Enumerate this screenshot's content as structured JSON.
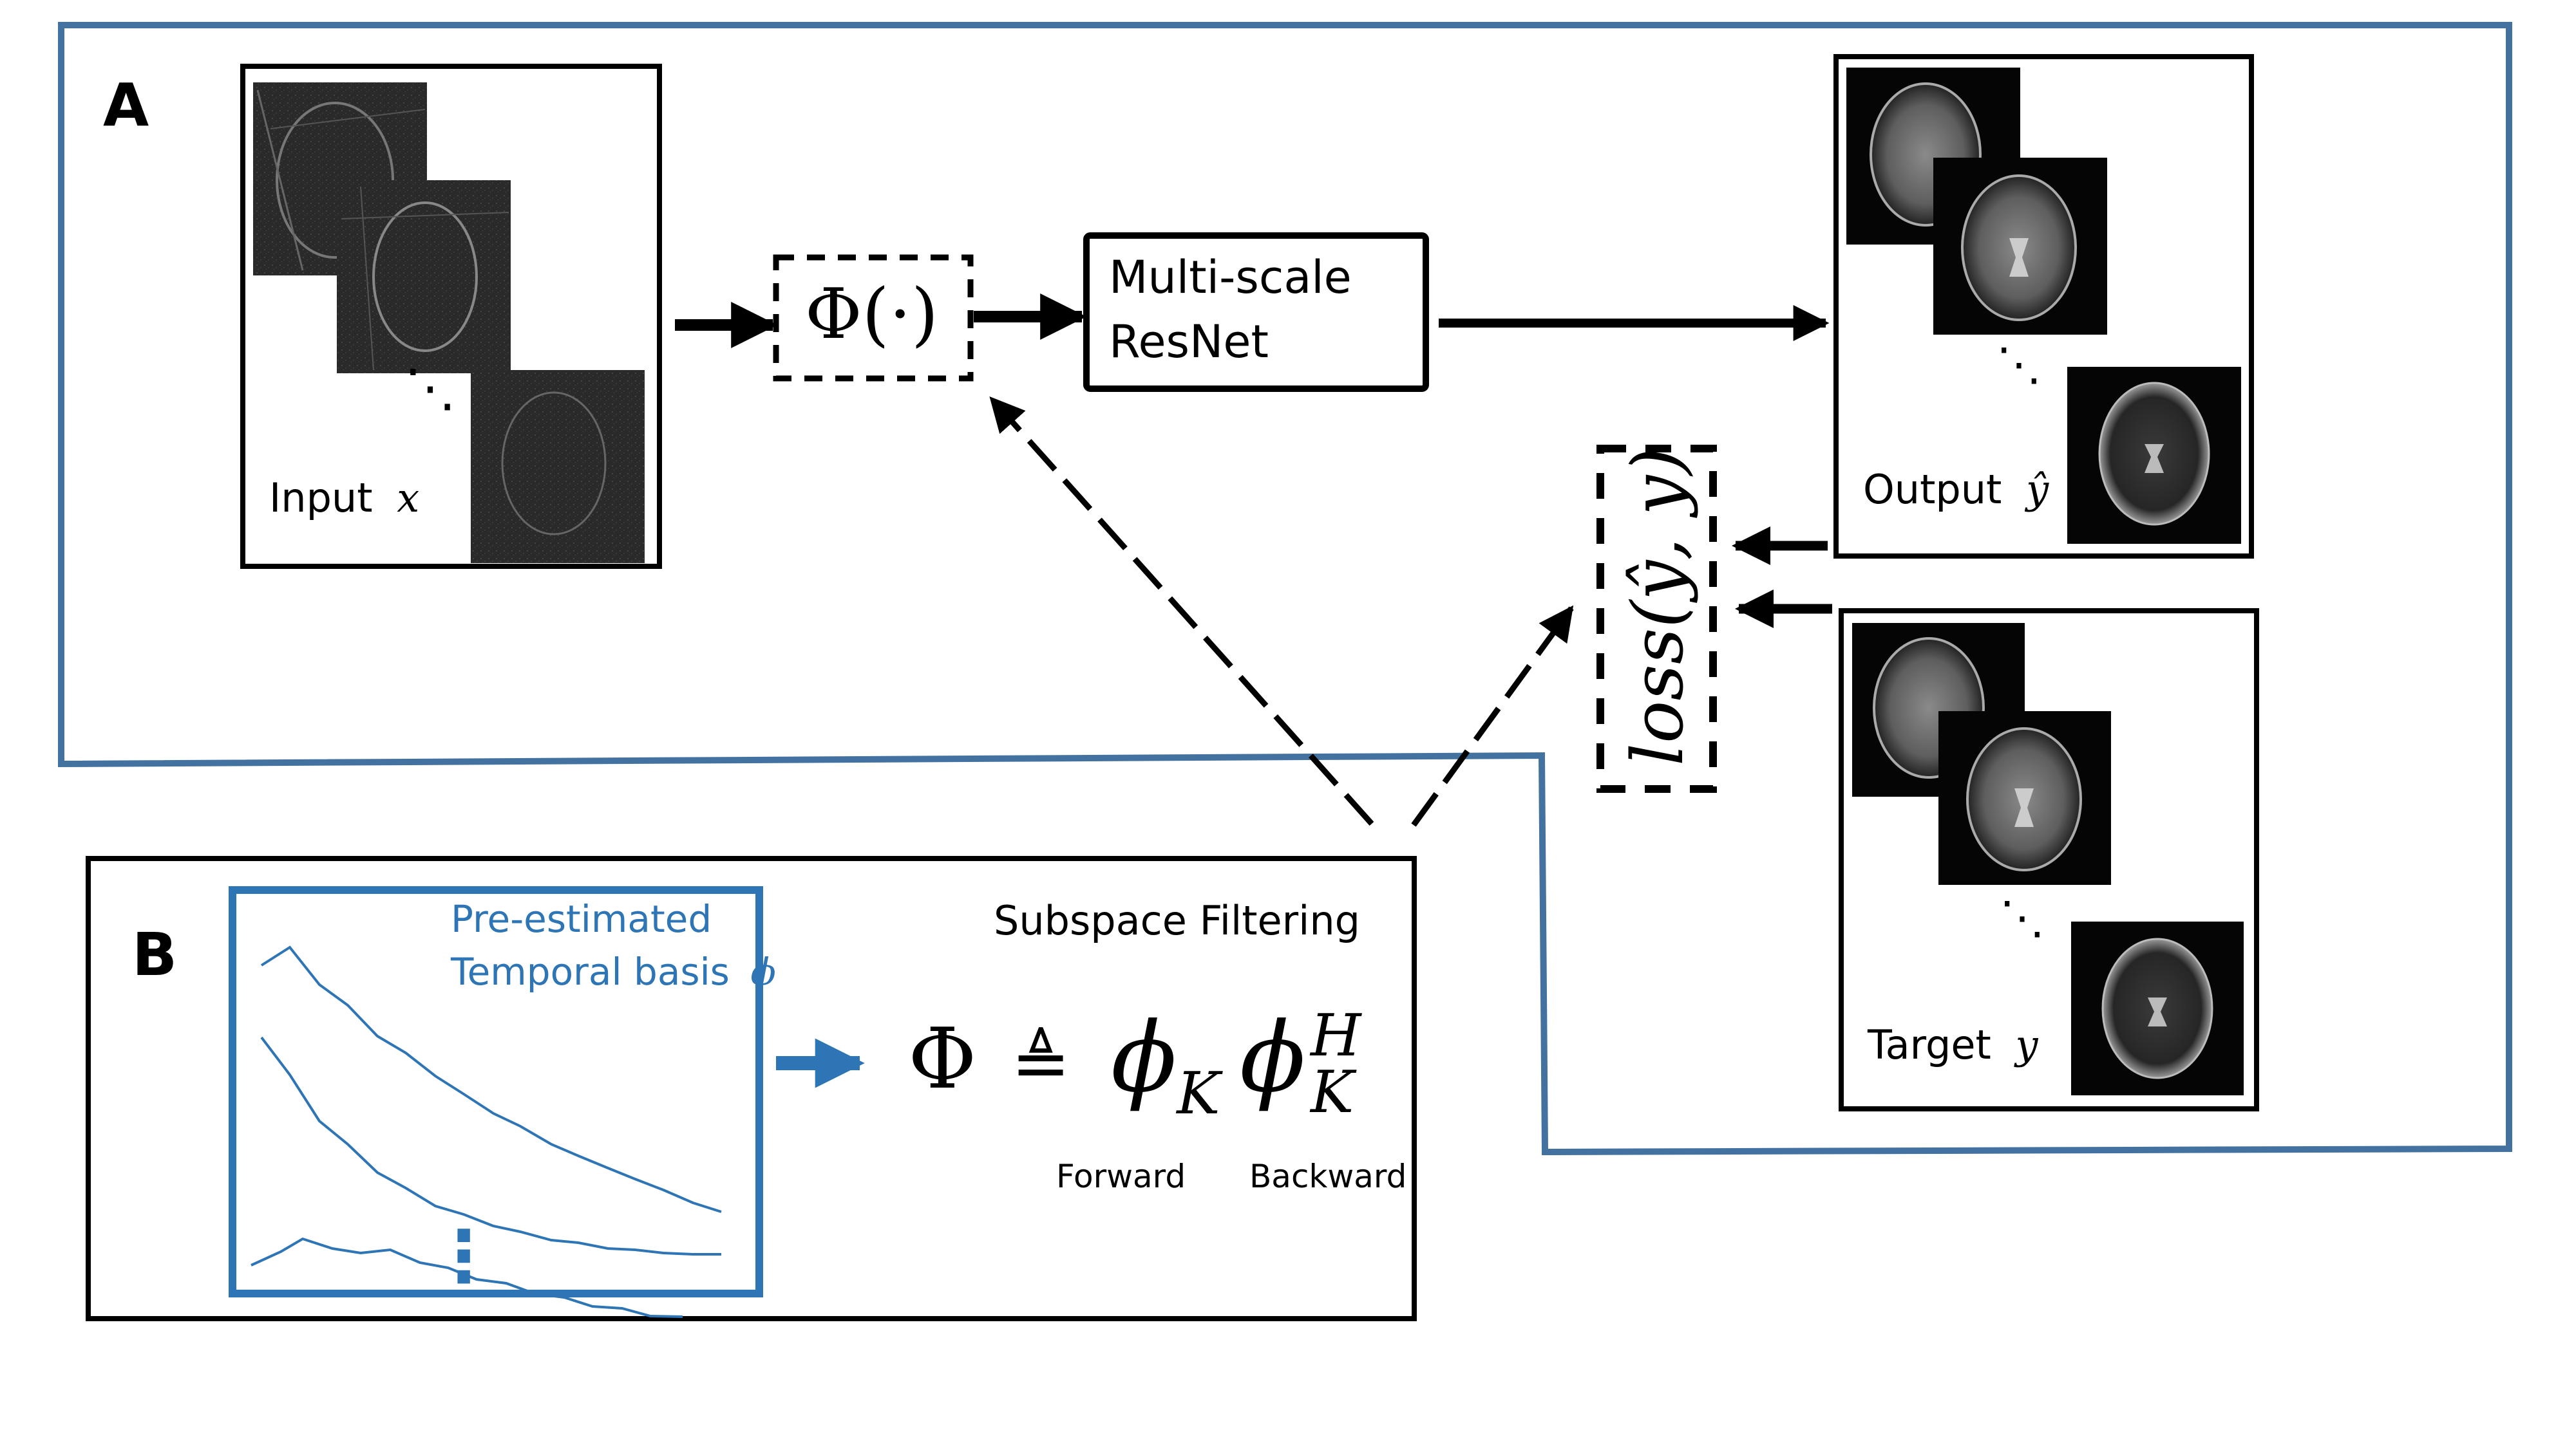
{
  "colors": {
    "outline_blue": "#4472a0",
    "basis_blue": "#2e75b6",
    "stroke": "#000000",
    "image_bg": "#111111"
  },
  "panel_a": {
    "label": "A",
    "input": {
      "label": "Input",
      "symbol": "x",
      "icon": "undersampled-mri-stack"
    },
    "operator": {
      "text": "Φ(·)"
    },
    "network": {
      "line1": "Multi-scale",
      "line2": "ResNet"
    },
    "output": {
      "label": "Output",
      "symbol": "ŷ",
      "icon": "reconstructed-mri-stack"
    },
    "loss": {
      "text": "loss(ŷ, y)"
    },
    "target": {
      "label": "Target",
      "symbol": "y",
      "icon": "ground-truth-mri-stack"
    },
    "ellipsis": "⋱"
  },
  "panel_b": {
    "label": "B",
    "basis_title_line1": "Pre-estimated",
    "basis_title_line2": "Temporal basis",
    "basis_symbol": "ϕ",
    "basis_ellipsis": "⋮",
    "title": "Subspace Filtering",
    "formula": {
      "lhs": "Φ",
      "def": "≜",
      "phi1": "ϕ",
      "sub1": "K",
      "phi2": "ϕ",
      "sub2": "K",
      "sup2": "H"
    },
    "forward_label": "Forward",
    "backward_label": "Backward"
  }
}
